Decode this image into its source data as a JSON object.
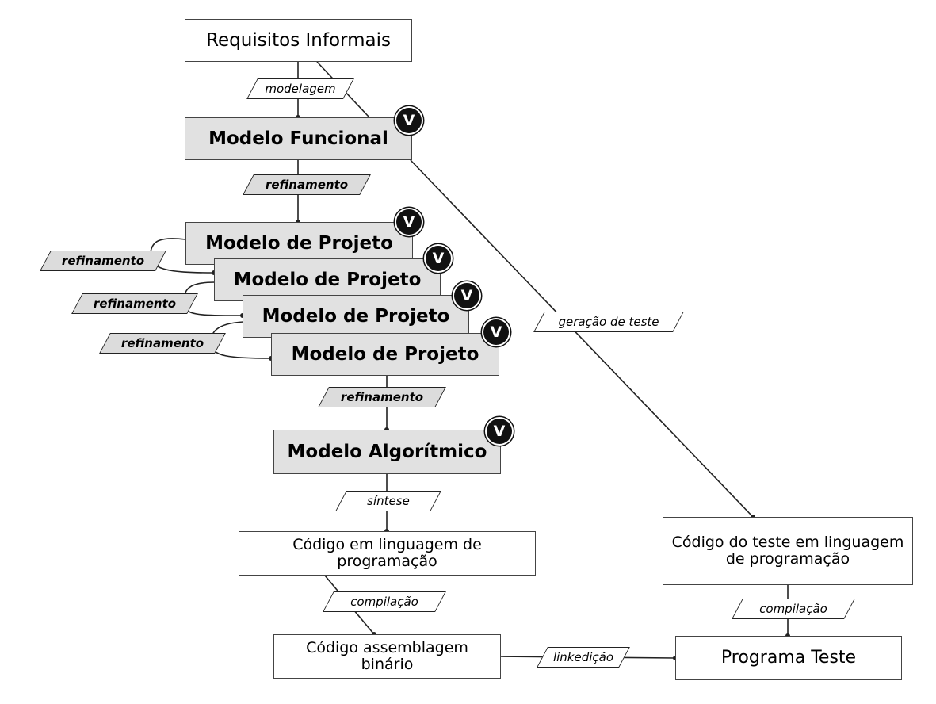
{
  "nodes": {
    "requisitos": "Requisitos Informais",
    "funcional": "Modelo Funcional",
    "projeto1": "Modelo de Projeto",
    "projeto2": "Modelo de Projeto",
    "projeto3": "Modelo de Projeto",
    "projeto4": "Modelo de Projeto",
    "algoritmico": "Modelo Algorítmico",
    "codigo_linguagem": "Código em linguagem de programação",
    "codigo_assemblagem": "Código assemblagem binário",
    "codigo_teste": "Código do teste em linguagem de programação",
    "programa_teste": "Programa Teste"
  },
  "labels": {
    "modelagem": "modelagem",
    "refinamento_main": "refinamento",
    "refinamento_1": "refinamento",
    "refinamento_2": "refinamento",
    "refinamento_3": "refinamento",
    "refinamento_4": "refinamento",
    "geracao_teste": "geração de teste",
    "sintese": "síntese",
    "compilacao_1": "compilação",
    "compilacao_2": "compilação",
    "linkedicao": "linkedição"
  },
  "badge_letter": "V"
}
